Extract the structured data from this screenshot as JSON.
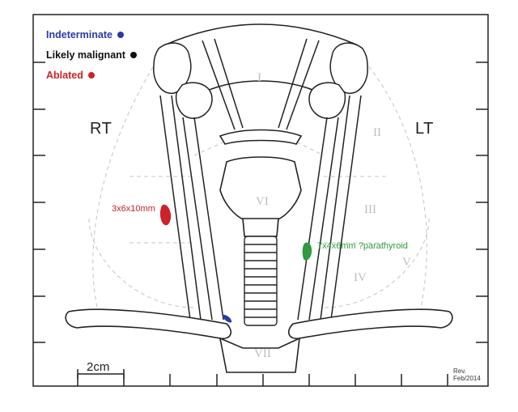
{
  "legend": [
    {
      "label": "Indeterminate",
      "color": "#2b3aa8"
    },
    {
      "label": "Likely malignant",
      "color": "#111111"
    },
    {
      "label": "Ablated",
      "color": "#cc2228"
    }
  ],
  "sides": {
    "right": "RT",
    "left": "LT"
  },
  "zones": [
    "I",
    "II",
    "III",
    "IV",
    "V",
    "VI",
    "VII"
  ],
  "annotations": {
    "red_lesion": {
      "text": "3x6x10mm",
      "color": "#cc2228"
    },
    "green_lesion": {
      "text": "7x4x6mm ?parathyroid",
      "color": "#2f9a3f"
    },
    "blue_lesion": {
      "color": "#2b3aa8"
    }
  },
  "scale_bar": {
    "label": "2cm"
  },
  "revision": {
    "line1": "Rev.",
    "line2": "Feb/2014"
  }
}
